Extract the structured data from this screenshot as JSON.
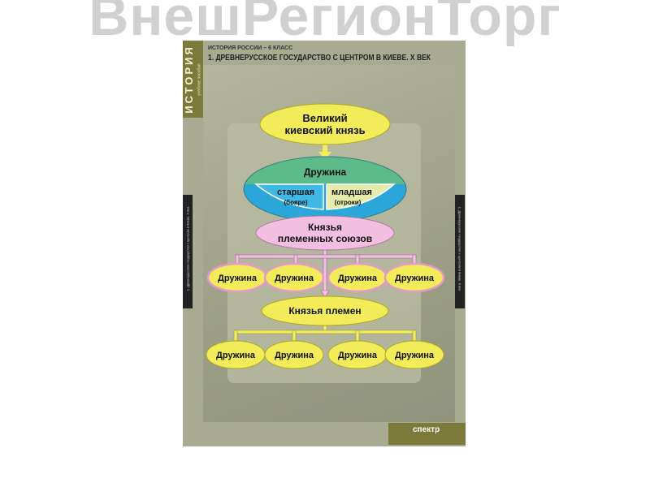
{
  "brand": {
    "title": "ИСТОРИЯ",
    "subtitle": "учебное пособие"
  },
  "header": {
    "subject": "ИСТОРИЯ РОССИИ – 6 КЛАСС",
    "title": "1. ДРЕВНЕРУССКОЕ ГОСУДАРСТВО С ЦЕНТРОМ В КИЕВЕ. X ВЕК"
  },
  "side_caption": "1. Древнерусское государство с центром в Киеве. X век",
  "diagram": {
    "grand_prince": [
      "Великий",
      "киевский князь"
    ],
    "druzhina": {
      "label": "Дружина",
      "senior": "старшая",
      "senior_note": "(бояре)",
      "junior": "младшая",
      "junior_note": "(отроки)"
    },
    "union_princes": [
      "Князья",
      "племенных союзов"
    ],
    "union_druzhinas": [
      "Дружина",
      "Дружина",
      "Дружина",
      "Дружина"
    ],
    "tribe_princes": "Князья племен",
    "tribe_druzhinas": [
      "Дружина",
      "Дружина",
      "Дружина",
      "Дружина"
    ]
  },
  "publisher": "спектр",
  "watermark": "ВнешРегионТорг",
  "colors": {
    "yellow": "#f3ec5a",
    "green": "#5dbb8a",
    "blue": "#2aa6d8",
    "pink": "#f2bfe0",
    "olive": "#7c7a3a"
  }
}
